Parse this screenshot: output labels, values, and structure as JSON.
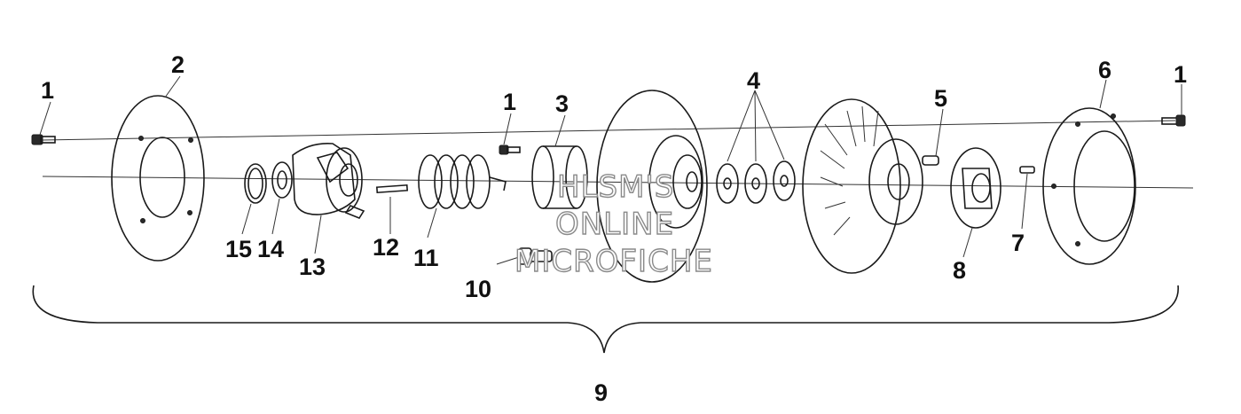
{
  "callouts": {
    "c1a": "1",
    "c2": "2",
    "c1b": "1",
    "c3": "3",
    "c4": "4",
    "c5": "5",
    "c6": "6",
    "c1c": "1",
    "c7": "7",
    "c8": "8",
    "c9": "9",
    "c10": "10",
    "c11": "11",
    "c12": "12",
    "c13": "13",
    "c14": "14",
    "c15": "15"
  },
  "watermark": {
    "line1": "HLSM'S",
    "line2": "ONLINE",
    "line3": "MICROFICHE"
  }
}
